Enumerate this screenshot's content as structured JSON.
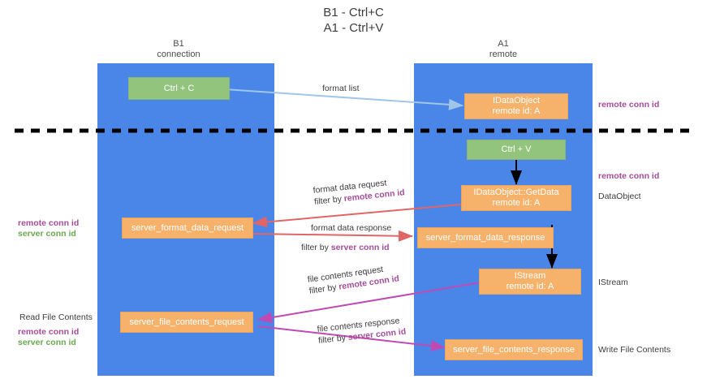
{
  "title": {
    "line1": "B1 - Ctrl+C",
    "line2": "A1 - Ctrl+V"
  },
  "colors": {
    "lane": "#4a86e8",
    "green_node": "#93c47d",
    "orange_node": "#f6b26b",
    "purple_accent": "#a64d9a",
    "green_accent": "#6aa84f",
    "arrow_blue": "#9fc5e8",
    "arrow_red": "#e06666",
    "arrow_magenta": "#c04ab4",
    "arrow_black": "#000000",
    "divider": "#000000",
    "text": "#3c3c3c"
  },
  "lanes": [
    {
      "id": "b1",
      "name": "B1",
      "subtitle": "connection"
    },
    {
      "id": "a1",
      "name": "A1",
      "subtitle": "remote"
    }
  ],
  "nodes": [
    {
      "id": "ctrl-c",
      "line1": "Ctrl + C",
      "line2": ""
    },
    {
      "id": "idataobject",
      "line1": "IDataObject",
      "line2": "remote id: A"
    },
    {
      "id": "ctrl-v",
      "line1": "Ctrl + V",
      "line2": ""
    },
    {
      "id": "idataobject-getdata",
      "line1": "IDataObject::GetData",
      "line2": "remote id: A"
    },
    {
      "id": "server-format-data-request",
      "line1": "server_format_data_request",
      "line2": ""
    },
    {
      "id": "server-format-data-response",
      "line1": "server_format_data_response",
      "line2": ""
    },
    {
      "id": "istream",
      "line1": "IStream",
      "line2": "remote id: A"
    },
    {
      "id": "server-file-contents-request",
      "line1": "server_file_contents_request",
      "line2": ""
    },
    {
      "id": "server-file-contents-response",
      "line1": "server_file_contents_response",
      "line2": ""
    }
  ],
  "edge_labels": {
    "format_list": "format list",
    "format_data_request": "format data request",
    "format_data_request_filter_prefix": "filter by ",
    "format_data_request_filter_key": "remote conn id",
    "format_data_response": "format data response",
    "format_data_response_filter_prefix": "filter by ",
    "format_data_response_filter_key": "server conn id",
    "file_contents_request": "file contents request",
    "file_contents_request_filter_prefix": "filter by ",
    "file_contents_request_filter_key": "remote conn id",
    "file_contents_response": "file contents response",
    "file_contents_response_filter_prefix": "filter by ",
    "file_contents_response_filter_key": "server conn id"
  },
  "annotations": {
    "right_remote_conn_id_top": "remote conn id",
    "right_remote_conn_id_mid": "remote conn id",
    "right_dataobject": "DataObject",
    "right_istream": "IStream",
    "right_write_file_contents": "Write File Contents",
    "left_remote_conn_id": "remote conn id",
    "left_server_conn_id": "server conn id",
    "left_read_file_contents": "Read File Contents",
    "left_read_remote_conn_id": "remote conn id",
    "left_read_server_conn_id": "server conn id"
  }
}
